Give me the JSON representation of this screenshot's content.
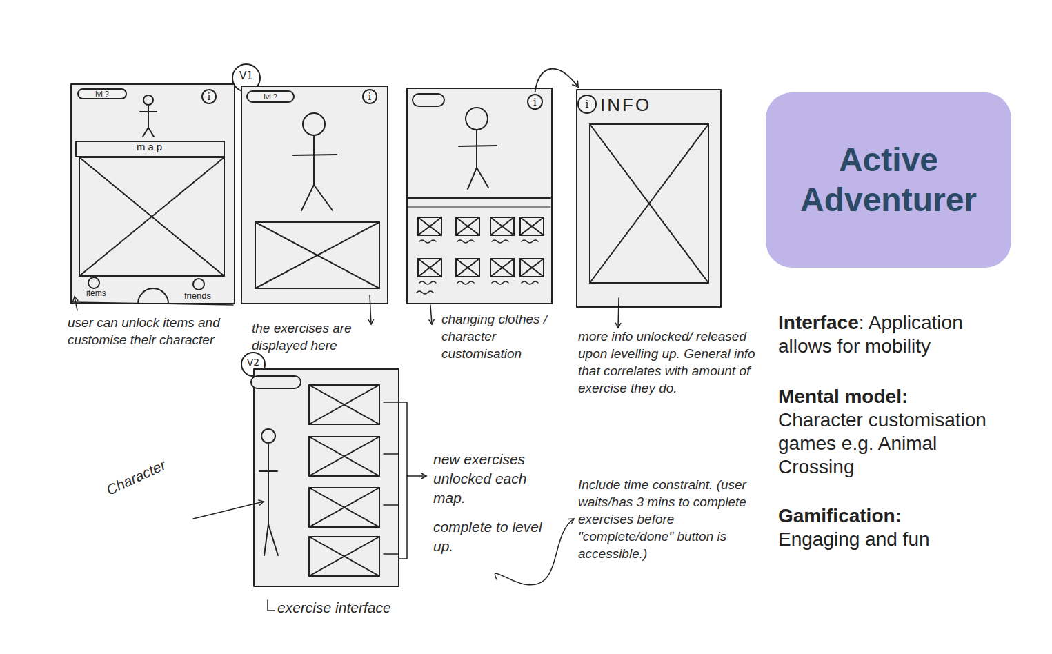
{
  "diagram": {
    "nodes": [
      {
        "text": [
          "map",
          "items",
          "friends"
        ]
      },
      {
        "text": [
          "lvl ?"
        ],
        "in": 0
      },
      {
        "text": [
          "i"
        ],
        "in": 0
      },
      {
        "text": [
          "V1"
        ]
      },
      {
        "text": [
          "lvl ?"
        ],
        "in": 3
      },
      {
        "text": [
          "i"
        ],
        "in": 3
      },
      {
        "text": [
          "i"
        ]
      },
      {
        "text": [
          "INFO"
        ]
      },
      {
        "text": [
          "i"
        ],
        "in": 7
      },
      {
        "text": [
          "V2"
        ]
      },
      {
        "text": [
          "Active Adventurer"
        ]
      }
    ],
    "edges": [
      {
        "from": 6,
        "to": 7,
        "arrow": "to"
      }
    ],
    "labels": [
      "user can unlock items and customise their character",
      "the exercises are displayed here",
      "changing clothes / character customisation",
      "more info unlocked/ released upon levelling up. General info that correlates with amount of exercise they do.",
      "Character",
      "new exercises unlocked each map.",
      "complete to level up.",
      "Include time constraint. (user waits/has 3 mins to complete exercises before \"complete/done\" button is accessible.)",
      "exercise interface",
      "Interface",
      ": Application allows for mobility",
      "Mental model:",
      "Character customisation games e.g. Animal Crossing",
      "Gamification:",
      "Engaging and fun"
    ]
  }
}
